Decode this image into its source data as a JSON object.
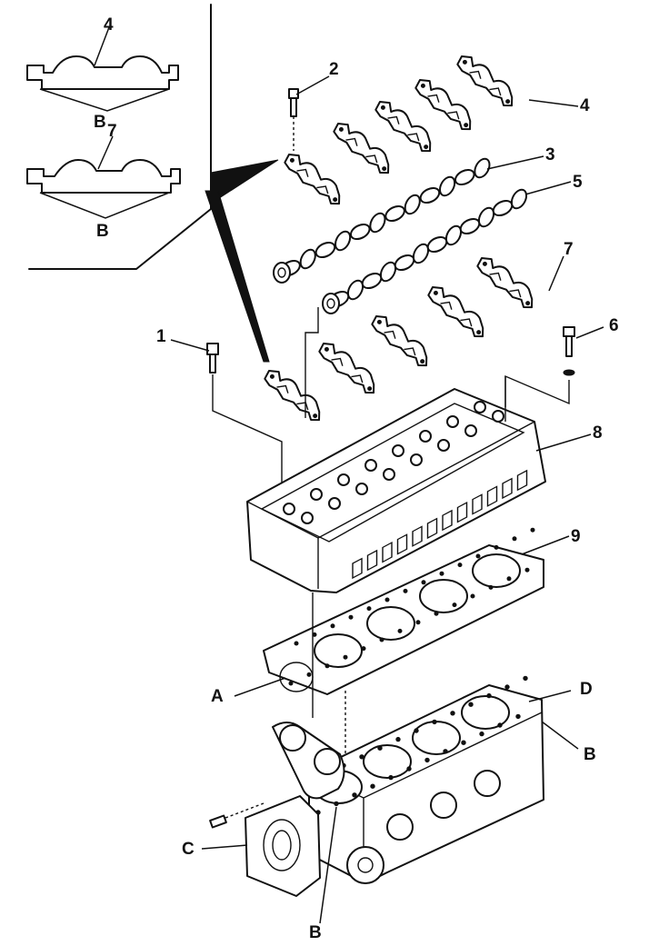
{
  "labels": {
    "n1": "1",
    "n2": "2",
    "n3": "3",
    "n4_top": "4",
    "n4_inset": "4",
    "n5": "5",
    "n6": "6",
    "n7_right": "7",
    "n7_inset": "7",
    "n8": "8",
    "n9": "9",
    "a": "A",
    "b_inset_top": "B",
    "b_inset_bottom": "B",
    "b_block_right": "B",
    "b_block_bottom": "B",
    "c": "C",
    "d": "D"
  },
  "colors": {
    "ink": "#111111",
    "paper": "#ffffff"
  }
}
